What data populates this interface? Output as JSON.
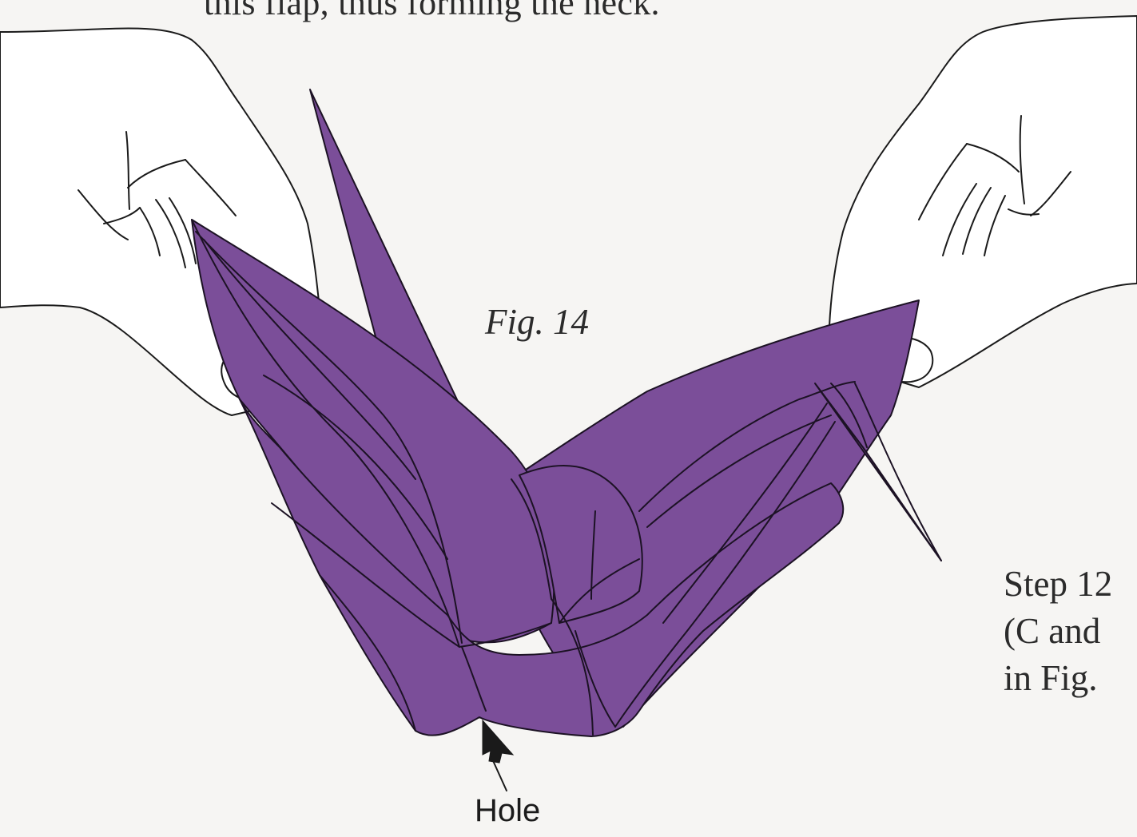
{
  "text": {
    "top_line": "this flap, thus forming the neck.",
    "figure_label": "Fig. 14",
    "step_lines": "Step 12\n(C and\nin Fig.",
    "hole_label": "Hole"
  },
  "colors": {
    "paper": "#7b4e99",
    "page_background": "#f6f5f3",
    "outline": "#1c1224"
  },
  "icons": {
    "arrow": "arrow-pointer-icon"
  }
}
